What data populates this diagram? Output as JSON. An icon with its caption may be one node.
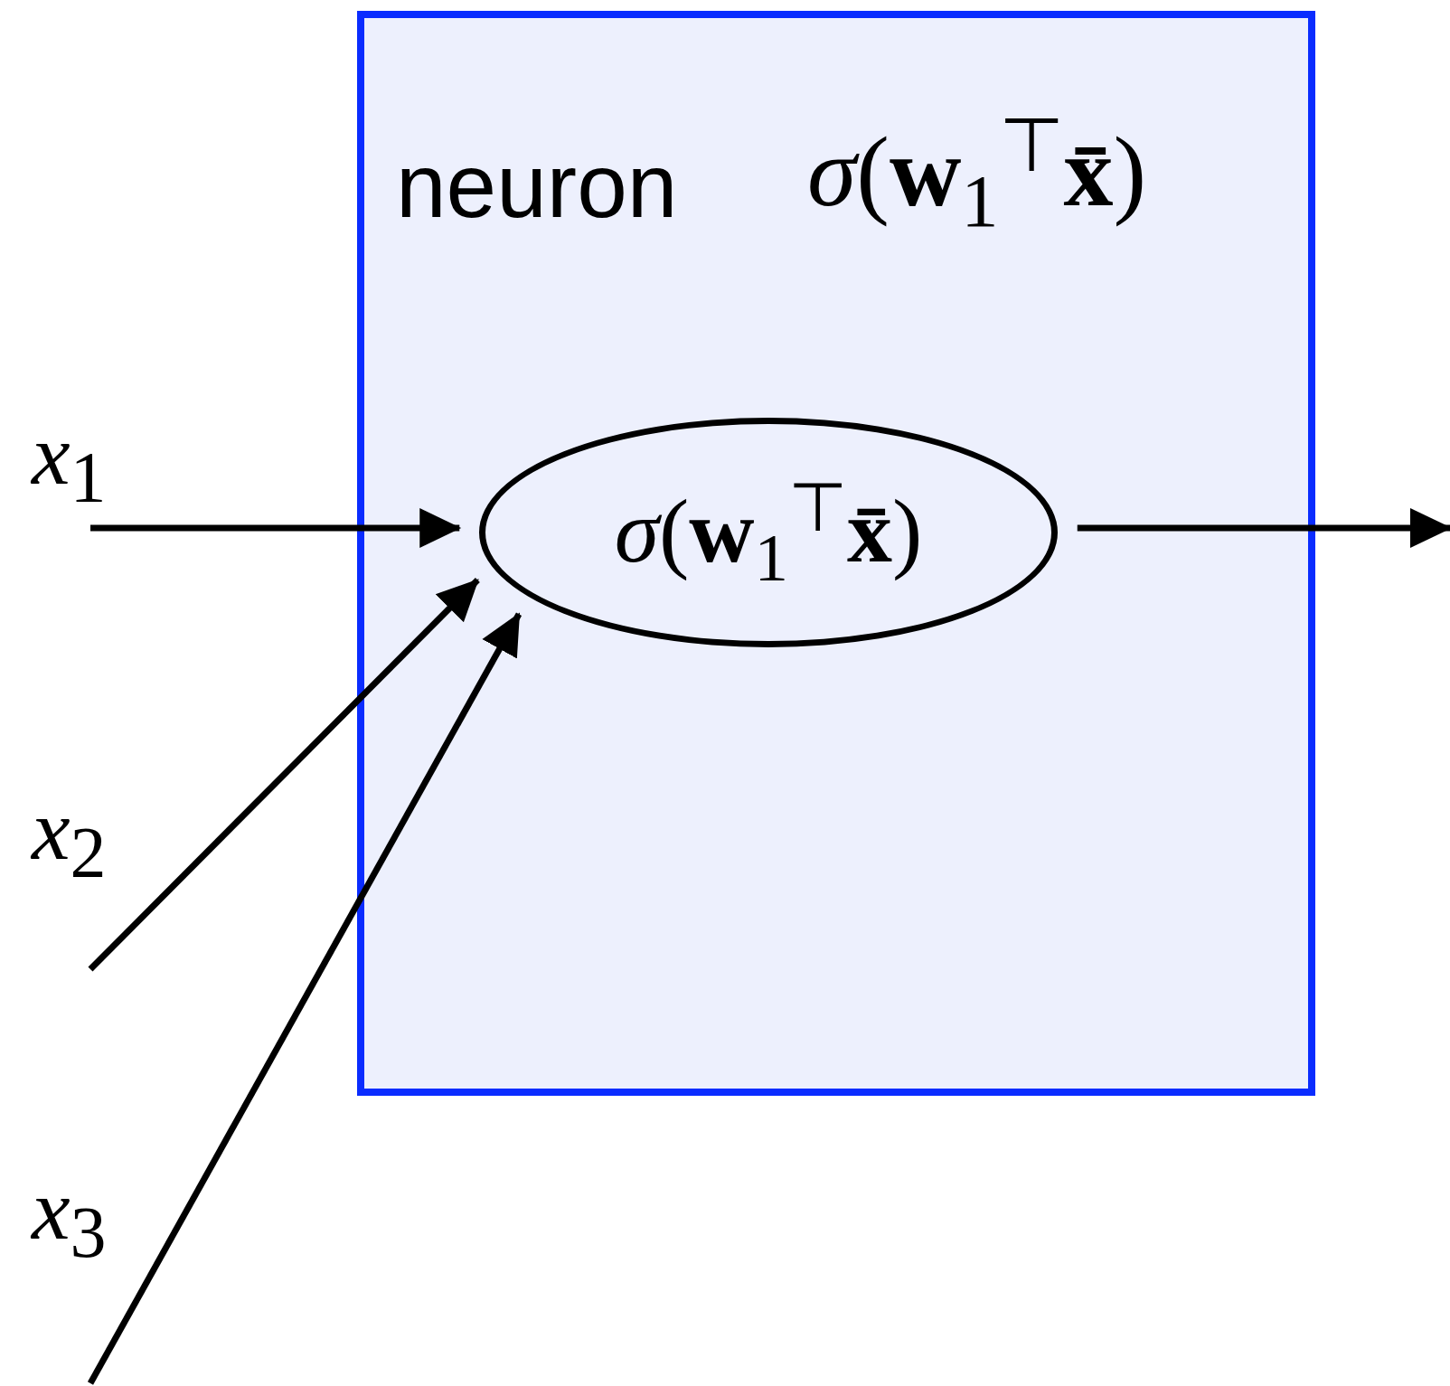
{
  "diagram": {
    "nodes": [
      {
        "text": [
          "neuron",
          "*σ*(**w**$_{1}$$^{⊤}$**x̄**)"
        ]
      },
      {
        "text": [
          "*σ*(**w**$_{1}$$^{⊤}$**x̄**)"
        ],
        "in": 0
      }
    ],
    "edges": [
      {
        "from": null,
        "to": 1,
        "arrow": "to"
      },
      {
        "from": null,
        "to": 1,
        "arrow": "to"
      },
      {
        "from": null,
        "to": 1,
        "arrow": "to"
      },
      {
        "from": 1,
        "to": null,
        "arrow": "to"
      }
    ],
    "labels": [
      "*x*$_{1}$",
      "*x*$_{2}$",
      "*x*$_{3}$"
    ]
  }
}
